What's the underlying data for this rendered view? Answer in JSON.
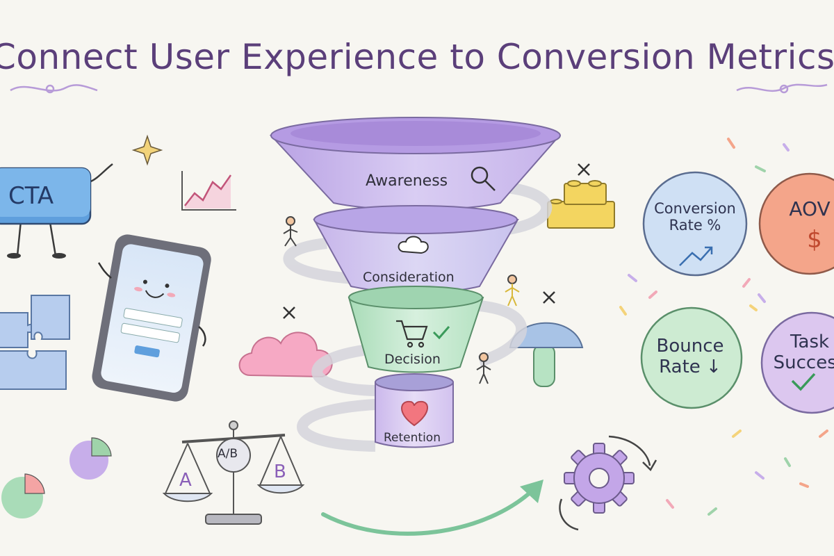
{
  "title": "Connect User Experience to Conversion Metrics",
  "funnel": {
    "stages": [
      {
        "label": "Awareness",
        "icon": "magnifier-icon"
      },
      {
        "label": "Consideration",
        "icon": "thought-bubble-icon"
      },
      {
        "label": "Decision",
        "icon": "shopping-cart-check-icon"
      },
      {
        "label": "Retention",
        "icon": "heart-icon"
      }
    ]
  },
  "left_elements": {
    "cta_label": "CTA",
    "ab_test": {
      "center": "A/B",
      "left": "A",
      "right": "B"
    }
  },
  "metrics": [
    {
      "label": "Conversion Rate %",
      "icon": "trend-up-arrow-icon",
      "color": "#cfe0f4"
    },
    {
      "label": "AOV",
      "symbol": "$",
      "color": "#f4a58a"
    },
    {
      "label": "Bounce Rate ↓",
      "color": "#cdebd2"
    },
    {
      "label": "Task Success",
      "icon": "check-icon",
      "color": "#dcc7ef"
    }
  ],
  "colors": {
    "title": "#5b3f7a",
    "funnel_top": "#c9b6ec",
    "funnel_mid": "#c7c9f1",
    "funnel_decision": "#bfe6c9",
    "funnel_retention": "#d6c6ef",
    "arrow": "#7cc49a"
  }
}
